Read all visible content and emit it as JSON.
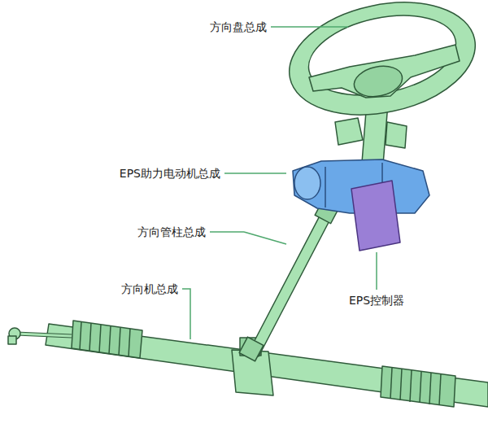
{
  "diagram": {
    "labels": [
      "方向盘总成",
      "EPS助力电动机总成",
      "方向管柱总成",
      "方向机总成",
      "EPS控制器"
    ]
  }
}
